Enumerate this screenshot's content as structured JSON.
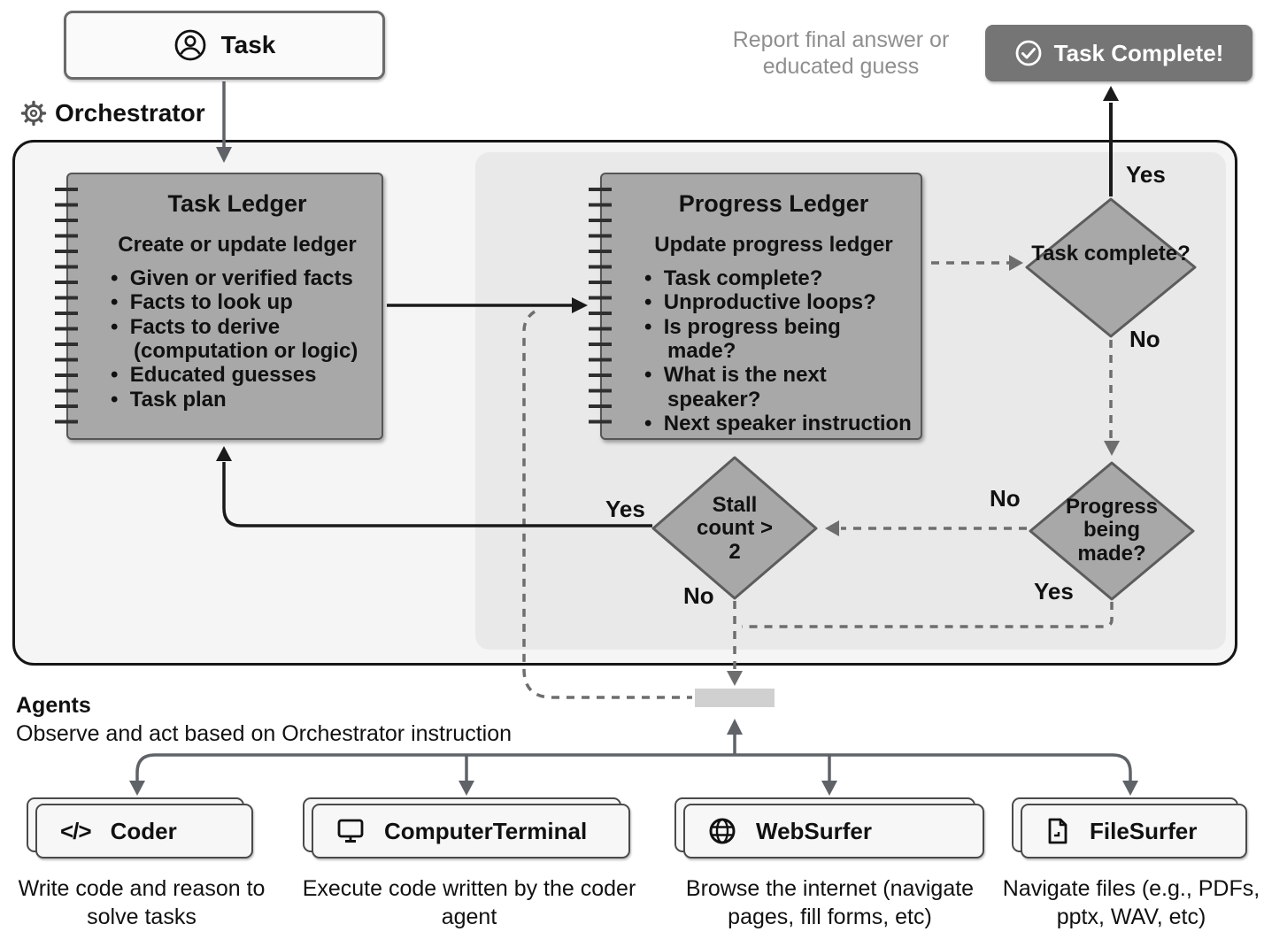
{
  "task_box": {
    "label": "Task",
    "icon": "user-circle-icon"
  },
  "report_note": {
    "line1": "Report final answer or",
    "line2": "educated guess"
  },
  "task_complete_button": {
    "label": "Task Complete!",
    "icon": "check-circle-icon",
    "fill": "#757575"
  },
  "orchestrator": {
    "label": "Orchestrator",
    "icon": "gear-icon"
  },
  "task_ledger": {
    "title": "Task Ledger",
    "subtitle": "Create or update ledger",
    "bullets": [
      "Given or verified facts",
      "Facts to look up",
      "Facts to derive (computation or logic)",
      "Educated guesses",
      "Task plan"
    ]
  },
  "progress_ledger": {
    "title": "Progress Ledger",
    "subtitle": "Update progress ledger",
    "bullets": [
      "Task complete?",
      "Unproductive loops?",
      "Is progress being made?",
      "What is the next speaker?",
      "Next speaker instruction"
    ]
  },
  "diamonds": {
    "task_complete": "Task complete?",
    "progress": "Progress being made?",
    "stall": "Stall count > 2"
  },
  "edge_labels": {
    "task_complete_yes": "Yes",
    "task_complete_no": "No",
    "progress_no": "No",
    "progress_yes": "Yes",
    "stall_yes": "Yes",
    "stall_no": "No"
  },
  "agents_header": {
    "title": "Agents",
    "subtitle": "Observe and act based on Orchestrator instruction"
  },
  "agents": [
    {
      "name": "Coder",
      "icon": "code-icon",
      "icon_glyph": "</>",
      "description": "Write code and reason to solve tasks"
    },
    {
      "name": "ComputerTerminal",
      "icon": "terminal-icon",
      "description": "Execute code written by the coder agent"
    },
    {
      "name": "WebSurfer",
      "icon": "globe-icon",
      "description": "Browse the internet (navigate pages, fill forms, etc)"
    },
    {
      "name": "FileSurfer",
      "icon": "file-icon",
      "description": "Navigate files (e.g., PDFs, pptx, WAV, etc)"
    }
  ],
  "colors": {
    "ledger_fill": "#a8a8a8",
    "panel_fill": "#f5f5f5",
    "inner_panel_fill": "#e9e9e9",
    "dashed_line": "#6e6e6e",
    "solid_line": "#1a1a1a",
    "gray_line": "#5f6368",
    "connector_bar": "#d0d0d0",
    "note_text": "#8f8f8f"
  }
}
